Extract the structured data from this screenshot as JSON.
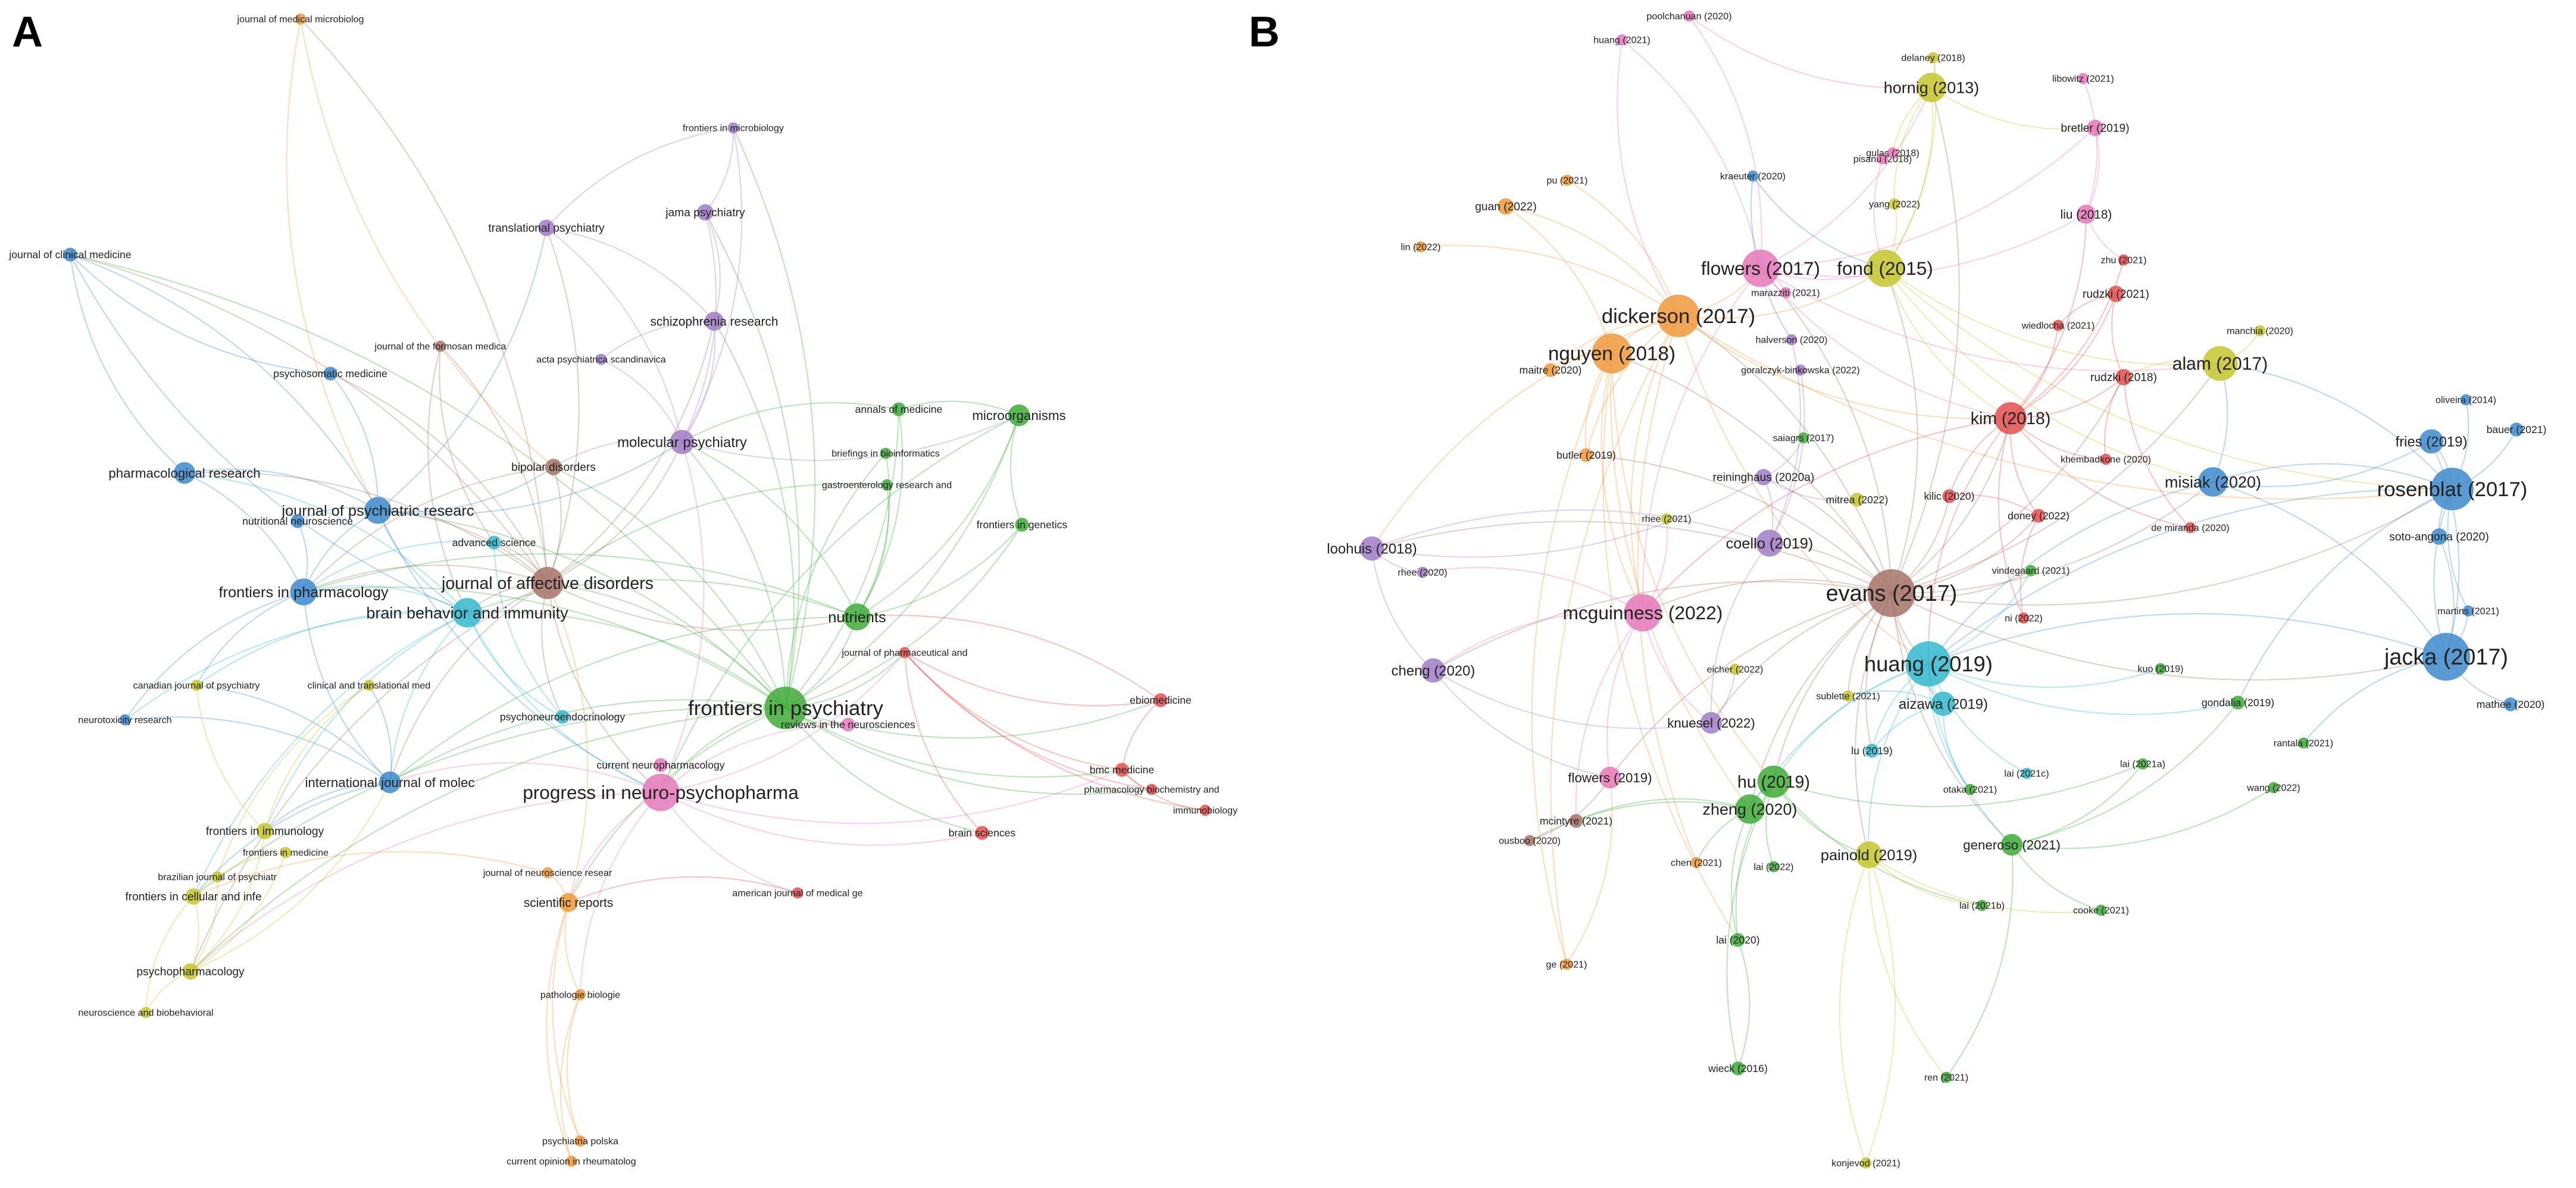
{
  "panels": [
    {
      "letter": "A",
      "clusters": {
        "red": "#e2504f",
        "green": "#3fab3a",
        "blue": "#3d89cc",
        "yellow": "#c6c52e",
        "purple": "#a07cc5",
        "cyan": "#33b8cc",
        "orange": "#ef9a3c",
        "brown": "#a47368",
        "pink": "#e578b8"
      },
      "nodes": [
        {
          "id": "a1",
          "label": "journal of medical microbiolog",
          "c": "orange",
          "s": 2
        },
        {
          "id": "a2",
          "label": "frontiers in microbiology",
          "c": "purple",
          "s": 2
        },
        {
          "id": "a3",
          "label": "journal of clinical medicine",
          "c": "blue",
          "s": 3
        },
        {
          "id": "a4",
          "label": "jama psychiatry",
          "c": "purple",
          "s": 4
        },
        {
          "id": "a5",
          "label": "translational psychiatry",
          "c": "purple",
          "s": 4
        },
        {
          "id": "a6",
          "label": "schizophrenia research",
          "c": "purple",
          "s": 5
        },
        {
          "id": "a7",
          "label": "journal of the formosan medica",
          "c": "brown",
          "s": 2
        },
        {
          "id": "a8",
          "label": "acta psychiatrica scandinavica",
          "c": "purple",
          "s": 2
        },
        {
          "id": "a9",
          "label": "psychosomatic medicine",
          "c": "blue",
          "s": 3
        },
        {
          "id": "a10",
          "label": "annals of medicine",
          "c": "green",
          "s": 3
        },
        {
          "id": "a11",
          "label": "microorganisms",
          "c": "green",
          "s": 6
        },
        {
          "id": "a12",
          "label": "briefings in bioinformatics",
          "c": "green",
          "s": 2
        },
        {
          "id": "a13",
          "label": "molecular psychiatry",
          "c": "purple",
          "s": 7
        },
        {
          "id": "a14",
          "label": "bipolar disorders",
          "c": "brown",
          "s": 4
        },
        {
          "id": "a15",
          "label": "pharmacological research",
          "c": "blue",
          "s": 6
        },
        {
          "id": "a16",
          "label": "gastroenterology research and",
          "c": "green",
          "s": 2
        },
        {
          "id": "a17",
          "label": "journal of psychiatric researc",
          "c": "blue",
          "s": 8
        },
        {
          "id": "a18",
          "label": "nutritional neuroscience",
          "c": "blue",
          "s": 3
        },
        {
          "id": "a19",
          "label": "frontiers in genetics",
          "c": "green",
          "s": 3
        },
        {
          "id": "a20",
          "label": "advanced science",
          "c": "cyan",
          "s": 3
        },
        {
          "id": "a21",
          "label": "journal of affective disorders",
          "c": "brown",
          "s": 10
        },
        {
          "id": "a22",
          "label": "frontiers in pharmacology",
          "c": "blue",
          "s": 8
        },
        {
          "id": "a23",
          "label": "brain behavior and immunity",
          "c": "cyan",
          "s": 9
        },
        {
          "id": "a24",
          "label": "nutrients",
          "c": "green",
          "s": 8
        },
        {
          "id": "a25",
          "label": "journal of pharmaceutical and",
          "c": "red",
          "s": 2
        },
        {
          "id": "a26",
          "label": "canadian journal of psychiatry",
          "c": "yellow",
          "s": 2
        },
        {
          "id": "a27",
          "label": "clinical and translational med",
          "c": "yellow",
          "s": 2
        },
        {
          "id": "a28",
          "label": "frontiers in psychiatry",
          "c": "green",
          "s": 14
        },
        {
          "id": "a29",
          "label": "ebiomedicine",
          "c": "red",
          "s": 3
        },
        {
          "id": "a30",
          "label": "neurotoxicity research",
          "c": "blue",
          "s": 2
        },
        {
          "id": "a31",
          "label": "psychoneuroendocrinology",
          "c": "cyan",
          "s": 3
        },
        {
          "id": "a32",
          "label": "reviews in the neurosciences",
          "c": "pink",
          "s": 3
        },
        {
          "id": "a33",
          "label": "current neuropharmacology",
          "c": "pink",
          "s": 3
        },
        {
          "id": "a34",
          "label": "international journal of molec",
          "c": "blue",
          "s": 6
        },
        {
          "id": "a35",
          "label": "bmc medicine",
          "c": "red",
          "s": 3
        },
        {
          "id": "a36",
          "label": "progress in neuro-psychopharma",
          "c": "pink",
          "s": 12
        },
        {
          "id": "a37",
          "label": "pharmacology biochemistry and",
          "c": "red",
          "s": 2
        },
        {
          "id": "a38",
          "label": "immunobiology",
          "c": "red",
          "s": 2
        },
        {
          "id": "a39",
          "label": "frontiers in immunology",
          "c": "yellow",
          "s": 4
        },
        {
          "id": "a40",
          "label": "brain sciences",
          "c": "red",
          "s": 3
        },
        {
          "id": "a41",
          "label": "frontiers in medicine",
          "c": "yellow",
          "s": 2
        },
        {
          "id": "a42",
          "label": "journal of neuroscience resear",
          "c": "orange",
          "s": 2
        },
        {
          "id": "a43",
          "label": "brazilian journal of psychiatr",
          "c": "yellow",
          "s": 2
        },
        {
          "id": "a44",
          "label": "frontiers in cellular and infe",
          "c": "yellow",
          "s": 4
        },
        {
          "id": "a45",
          "label": "american journal of medical ge",
          "c": "red",
          "s": 2
        },
        {
          "id": "a46",
          "label": "scientific reports",
          "c": "orange",
          "s": 5
        },
        {
          "id": "a47",
          "label": "psychopharmacology",
          "c": "yellow",
          "s": 4
        },
        {
          "id": "a48",
          "label": "pathologie biologie",
          "c": "orange",
          "s": 2
        },
        {
          "id": "a49",
          "label": "neuroscience and biobehavioral",
          "c": "yellow",
          "s": 2
        },
        {
          "id": "a50",
          "label": "psychiatria polska",
          "c": "orange",
          "s": 2
        },
        {
          "id": "a51",
          "label": "current opinion in rheumatolog",
          "c": "orange",
          "s": 2
        }
      ]
    },
    {
      "letter": "B",
      "clusters": {
        "red": "#e2504f",
        "green": "#3fab3a",
        "blue": "#3d89cc",
        "yellow": "#c6c52e",
        "purple": "#a07cc5",
        "cyan": "#33b8cc",
        "orange": "#ef9a3c",
        "brown": "#a47368",
        "pink": "#e578b8"
      },
      "nodes": [
        {
          "id": "b1",
          "label": "poolchanuan (2020)",
          "c": "pink",
          "s": 2
        },
        {
          "id": "b2",
          "label": "huang (2021)",
          "c": "pink",
          "s": 2
        },
        {
          "id": "b3",
          "label": "delaney (2018)",
          "c": "yellow",
          "s": 2
        },
        {
          "id": "b4",
          "label": "hornig (2013)",
          "c": "yellow",
          "s": 9
        },
        {
          "id": "b5",
          "label": "libowitz (2021)",
          "c": "pink",
          "s": 2
        },
        {
          "id": "b6",
          "label": "bretler (2019)",
          "c": "pink",
          "s": 4
        },
        {
          "id": "b7",
          "label": "pisanu (2018)",
          "c": "pink",
          "s": 2
        },
        {
          "id": "b8",
          "label": "gulas (2018)",
          "c": "pink",
          "s": 2
        },
        {
          "id": "b9",
          "label": "pu (2021)",
          "c": "orange",
          "s": 2
        },
        {
          "id": "b10",
          "label": "kraeuter (2020)",
          "c": "blue",
          "s": 2
        },
        {
          "id": "b11",
          "label": "guan (2022)",
          "c": "orange",
          "s": 4
        },
        {
          "id": "b12",
          "label": "yang (2022)",
          "c": "yellow",
          "s": 2
        },
        {
          "id": "b13",
          "label": "liu (2018)",
          "c": "pink",
          "s": 5
        },
        {
          "id": "b14",
          "label": "lin (2022)",
          "c": "orange",
          "s": 2
        },
        {
          "id": "b15",
          "label": "flowers (2017)",
          "c": "pink",
          "s": 12
        },
        {
          "id": "b16",
          "label": "fond (2015)",
          "c": "yellow",
          "s": 12
        },
        {
          "id": "b17",
          "label": "zhu (2021)",
          "c": "red",
          "s": 2
        },
        {
          "id": "b18",
          "label": "marazziti (2021)",
          "c": "pink",
          "s": 2
        },
        {
          "id": "b19",
          "label": "rudzki (2021)",
          "c": "red",
          "s": 4
        },
        {
          "id": "b20",
          "label": "dickerson (2017)",
          "c": "orange",
          "s": 14
        },
        {
          "id": "b21",
          "label": "wiedlocha (2021)",
          "c": "red",
          "s": 2
        },
        {
          "id": "b22",
          "label": "halverson (2020)",
          "c": "purple",
          "s": 2
        },
        {
          "id": "b23",
          "label": "manchia (2020)",
          "c": "yellow",
          "s": 2
        },
        {
          "id": "b24",
          "label": "nguyen (2018)",
          "c": "orange",
          "s": 13
        },
        {
          "id": "b25",
          "label": "alam (2017)",
          "c": "yellow",
          "s": 11
        },
        {
          "id": "b26",
          "label": "maitre (2020)",
          "c": "orange",
          "s": 3
        },
        {
          "id": "b27",
          "label": "goralczyk-binkowska (2022)",
          "c": "purple",
          "s": 2
        },
        {
          "id": "b28",
          "label": "rudzki (2018)",
          "c": "red",
          "s": 4
        },
        {
          "id": "b29",
          "label": "oliveira (2014)",
          "c": "blue",
          "s": 2
        },
        {
          "id": "b30",
          "label": "kim (2018)",
          "c": "red",
          "s": 10
        },
        {
          "id": "b31",
          "label": "bauer (2021)",
          "c": "blue",
          "s": 3
        },
        {
          "id": "b32",
          "label": "saiagrs (2017)",
          "c": "green",
          "s": 2
        },
        {
          "id": "b33",
          "label": "fries (2019)",
          "c": "blue",
          "s": 7
        },
        {
          "id": "b34",
          "label": "butler (2019)",
          "c": "orange",
          "s": 3
        },
        {
          "id": "b35",
          "label": "khembadkone (2020)",
          "c": "red",
          "s": 2
        },
        {
          "id": "b36",
          "label": "reininghaus (2020a)",
          "c": "purple",
          "s": 4
        },
        {
          "id": "b37",
          "label": "misiak (2020)",
          "c": "blue",
          "s": 9
        },
        {
          "id": "b38",
          "label": "rosenblat (2017)",
          "c": "blue",
          "s": 14
        },
        {
          "id": "b39",
          "label": "mitrea (2022)",
          "c": "yellow",
          "s": 3
        },
        {
          "id": "b40",
          "label": "kilic (2020)",
          "c": "red",
          "s": 3
        },
        {
          "id": "b41",
          "label": "rhee (2021)",
          "c": "yellow",
          "s": 2
        },
        {
          "id": "b42",
          "label": "doney (2022)",
          "c": "red",
          "s": 3
        },
        {
          "id": "b43",
          "label": "de miranda (2020)",
          "c": "red",
          "s": 2
        },
        {
          "id": "b44",
          "label": "soto-angona (2020)",
          "c": "blue",
          "s": 4
        },
        {
          "id": "b45",
          "label": "coello (2019)",
          "c": "purple",
          "s": 8
        },
        {
          "id": "b46",
          "label": "loohuis (2018)",
          "c": "purple",
          "s": 7
        },
        {
          "id": "b47",
          "label": "rhee (2020)",
          "c": "purple",
          "s": 2
        },
        {
          "id": "b48",
          "label": "evans (2017)",
          "c": "brown",
          "s": 16
        },
        {
          "id": "b49",
          "label": "vindegaard (2021)",
          "c": "green",
          "s": 2
        },
        {
          "id": "b50",
          "label": "mcguinness (2022)",
          "c": "pink",
          "s": 12
        },
        {
          "id": "b51",
          "label": "ni (2022)",
          "c": "red",
          "s": 2
        },
        {
          "id": "b52",
          "label": "martins (2021)",
          "c": "blue",
          "s": 2
        },
        {
          "id": "b53",
          "label": "cheng (2020)",
          "c": "purple",
          "s": 7
        },
        {
          "id": "b54",
          "label": "huang (2019)",
          "c": "cyan",
          "s": 15
        },
        {
          "id": "b55",
          "label": "jacka (2017)",
          "c": "blue",
          "s": 16
        },
        {
          "id": "b56",
          "label": "eicher (2022)",
          "c": "yellow",
          "s": 2
        },
        {
          "id": "b57",
          "label": "kuo (2019)",
          "c": "green",
          "s": 2
        },
        {
          "id": "b58",
          "label": "sublette (2021)",
          "c": "yellow",
          "s": 2
        },
        {
          "id": "b59",
          "label": "aizawa (2019)",
          "c": "cyan",
          "s": 7
        },
        {
          "id": "b60",
          "label": "gondalia (2019)",
          "c": "green",
          "s": 3
        },
        {
          "id": "b61",
          "label": "mathee (2020)",
          "c": "blue",
          "s": 3
        },
        {
          "id": "b62",
          "label": "knuesel (2022)",
          "c": "purple",
          "s": 6
        },
        {
          "id": "b63",
          "label": "lu (2019)",
          "c": "cyan",
          "s": 3
        },
        {
          "id": "b64",
          "label": "rantala (2021)",
          "c": "green",
          "s": 2
        },
        {
          "id": "b65",
          "label": "flowers (2019)",
          "c": "pink",
          "s": 6
        },
        {
          "id": "b66",
          "label": "hu (2019)",
          "c": "green",
          "s": 10
        },
        {
          "id": "b67",
          "label": "lai (2021c)",
          "c": "cyan",
          "s": 2
        },
        {
          "id": "b68",
          "label": "lai (2021a)",
          "c": "green",
          "s": 2
        },
        {
          "id": "b69",
          "label": "mcintyre (2021)",
          "c": "brown",
          "s": 3
        },
        {
          "id": "b70",
          "label": "otaka (2021)",
          "c": "green",
          "s": 2
        },
        {
          "id": "b71",
          "label": "wang (2022)",
          "c": "green",
          "s": 2
        },
        {
          "id": "b72",
          "label": "zheng (2020)",
          "c": "green",
          "s": 9
        },
        {
          "id": "b73",
          "label": "ousboo (2020)",
          "c": "brown",
          "s": 2
        },
        {
          "id": "b74",
          "label": "generoso (2021)",
          "c": "green",
          "s": 6
        },
        {
          "id": "b75",
          "label": "chen (2021)",
          "c": "orange",
          "s": 2
        },
        {
          "id": "b76",
          "label": "lai (2022)",
          "c": "green",
          "s": 2
        },
        {
          "id": "b77",
          "label": "painold (2019)",
          "c": "yellow",
          "s": 8
        },
        {
          "id": "b78",
          "label": "lai (2021b)",
          "c": "green",
          "s": 2
        },
        {
          "id": "b79",
          "label": "cooke (2021)",
          "c": "green",
          "s": 2
        },
        {
          "id": "b80",
          "label": "lai (2020)",
          "c": "green",
          "s": 3
        },
        {
          "id": "b81",
          "label": "ge (2021)",
          "c": "orange",
          "s": 2
        },
        {
          "id": "b82",
          "label": "wieck (2016)",
          "c": "green",
          "s": 3
        },
        {
          "id": "b83",
          "label": "ren (2021)",
          "c": "green",
          "s": 2
        },
        {
          "id": "b84",
          "label": "konjevod (2021)",
          "c": "yellow",
          "s": 2
        }
      ]
    }
  ]
}
